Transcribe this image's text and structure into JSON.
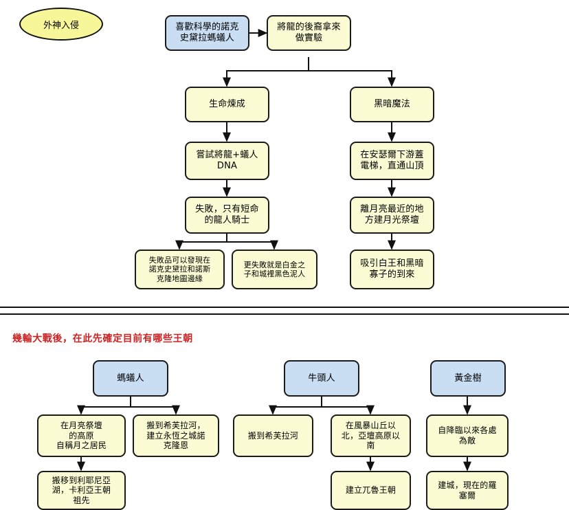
{
  "title_note": "外神入侵",
  "section_heading": "幾輪大戰後，在此先確定目前有哪些王朝",
  "colors": {
    "node_yellow": "#fbfbd4",
    "node_blue": "#c9ddf3",
    "ellipse_yellow": "#f7f79a",
    "outline": "#1a1a1a",
    "heading_red": "#cc2222"
  },
  "top_chart": {
    "nodes": [
      {
        "id": "n_origin",
        "label": "喜歡科學的諾克\n史黛拉螞蟻人"
      },
      {
        "id": "n_experiment",
        "label": "將龍的後裔拿來\n做實驗"
      },
      {
        "id": "n_life_alchemy",
        "label": "生命煉成"
      },
      {
        "id": "n_dark_magic",
        "label": "黑暗魔法"
      },
      {
        "id": "n_dna",
        "label": "嘗試將龍+蟻人\nDNA"
      },
      {
        "id": "n_elevator",
        "label": "在安瑟爾下游蓋\n電梯，直通山頂"
      },
      {
        "id": "n_fail_knight",
        "label": "失敗，只有短命\n的龍人騎士"
      },
      {
        "id": "n_moon_altar",
        "label": "離月亮最近的地\n方建月光祭壇"
      },
      {
        "id": "n_failures_map",
        "label": "失敗品可以發現在\n諾克史黛拉和諾斯\n克隆地圖邊緣"
      },
      {
        "id": "n_worse_fail",
        "label": "更失敗就是白金之\n子和城裡黑色泥人"
      },
      {
        "id": "n_attract",
        "label": "吸引白王和黑暗\n寡子的到來"
      }
    ]
  },
  "bottom_chart": {
    "nodes": [
      {
        "id": "b_ant",
        "label": "螞蟻人"
      },
      {
        "id": "b_minotaur",
        "label": "牛頭人"
      },
      {
        "id": "b_golden",
        "label": "黃金樹"
      },
      {
        "id": "b_plateau",
        "label": "在月亮祭壇\n的高原\n自稱月之居民"
      },
      {
        "id": "b_shefula_a",
        "label": "搬到希芙拉河，\n建立永恆之城諾\n克隆恩"
      },
      {
        "id": "b_shefula_b",
        "label": "搬到希芙拉河"
      },
      {
        "id": "b_storm_hill",
        "label": "在風暴山丘以\n北，亞壇高原以\n南"
      },
      {
        "id": "b_enemy",
        "label": "自降臨以來各處\n為敵"
      },
      {
        "id": "b_lake",
        "label": "搬移到利耶尼亞\n湖，卡利亞王朝\n祖先"
      },
      {
        "id": "b_wulu",
        "label": "建立兀魯王朝"
      },
      {
        "id": "b_rosel",
        "label": "建城，現在的羅\n塞爾"
      }
    ]
  }
}
